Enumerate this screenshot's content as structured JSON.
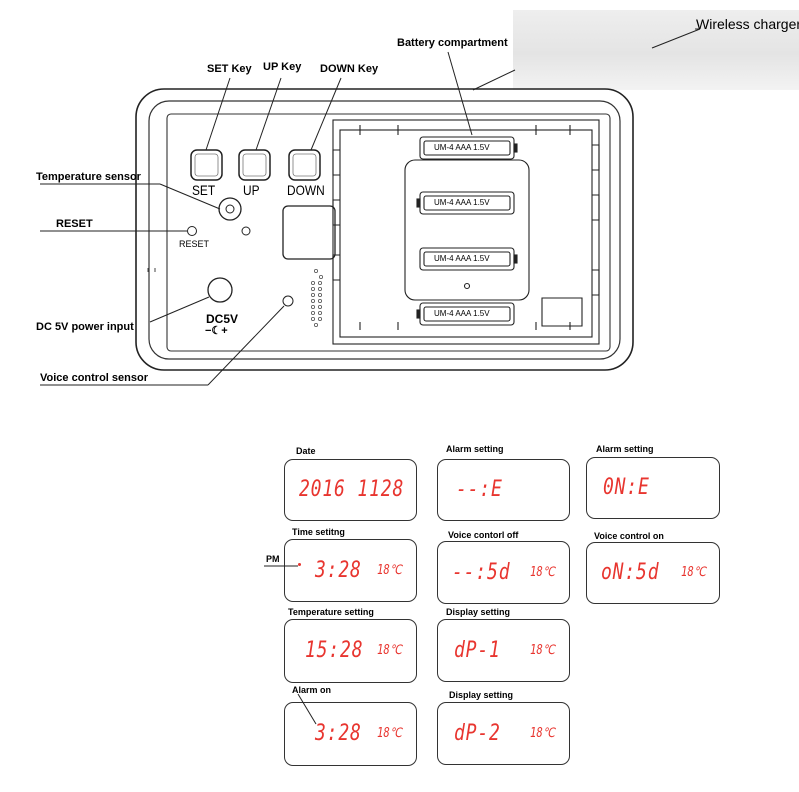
{
  "device": {
    "callouts": {
      "set_key": "SET Key",
      "up_key": "UP Key",
      "down_key": "DOWN Key",
      "battery_compartment": "Battery compartment",
      "wireless_charger": "Wireless charger",
      "temperature_sensor": "Temperature sensor",
      "reset": "RESET",
      "dc_power_input": "DC 5V power input",
      "voice_control_sensor": "Voice control sensor"
    },
    "buttons": {
      "set": "SET",
      "up": "UP",
      "down": "DOWN"
    },
    "reset_label": "RESET",
    "dc_label": "DC5V",
    "polarity_label": "−☾+",
    "battery_label": "UM-4 AAA 1.5V",
    "battery_count": 4
  },
  "panels": [
    {
      "title": "Date",
      "digits": "2016 1128",
      "temp": ""
    },
    {
      "title": "Alarm setting",
      "digits": "--:E",
      "temp": ""
    },
    {
      "title": "Alarm setting",
      "digits": "0N:E",
      "temp": ""
    },
    {
      "title": "Time setitng",
      "digits": "3:28",
      "temp": "18℃"
    },
    {
      "title": "Voice contorl off",
      "digits": "--:5d",
      "temp": "18℃"
    },
    {
      "title": "Voice control on",
      "digits": "oN:5d",
      "temp": "18℃"
    },
    {
      "title": "Temperature  setting",
      "digits": "15:28",
      "temp": "18℃"
    },
    {
      "title": "Display setting",
      "digits": "dP-1",
      "temp": "18℃"
    },
    {
      "title": "Alarm on",
      "digits": "3:28",
      "temp": "18℃"
    },
    {
      "title": "Display setting",
      "digits": "dP-2",
      "temp": "18℃"
    }
  ],
  "pm_label": "PM"
}
